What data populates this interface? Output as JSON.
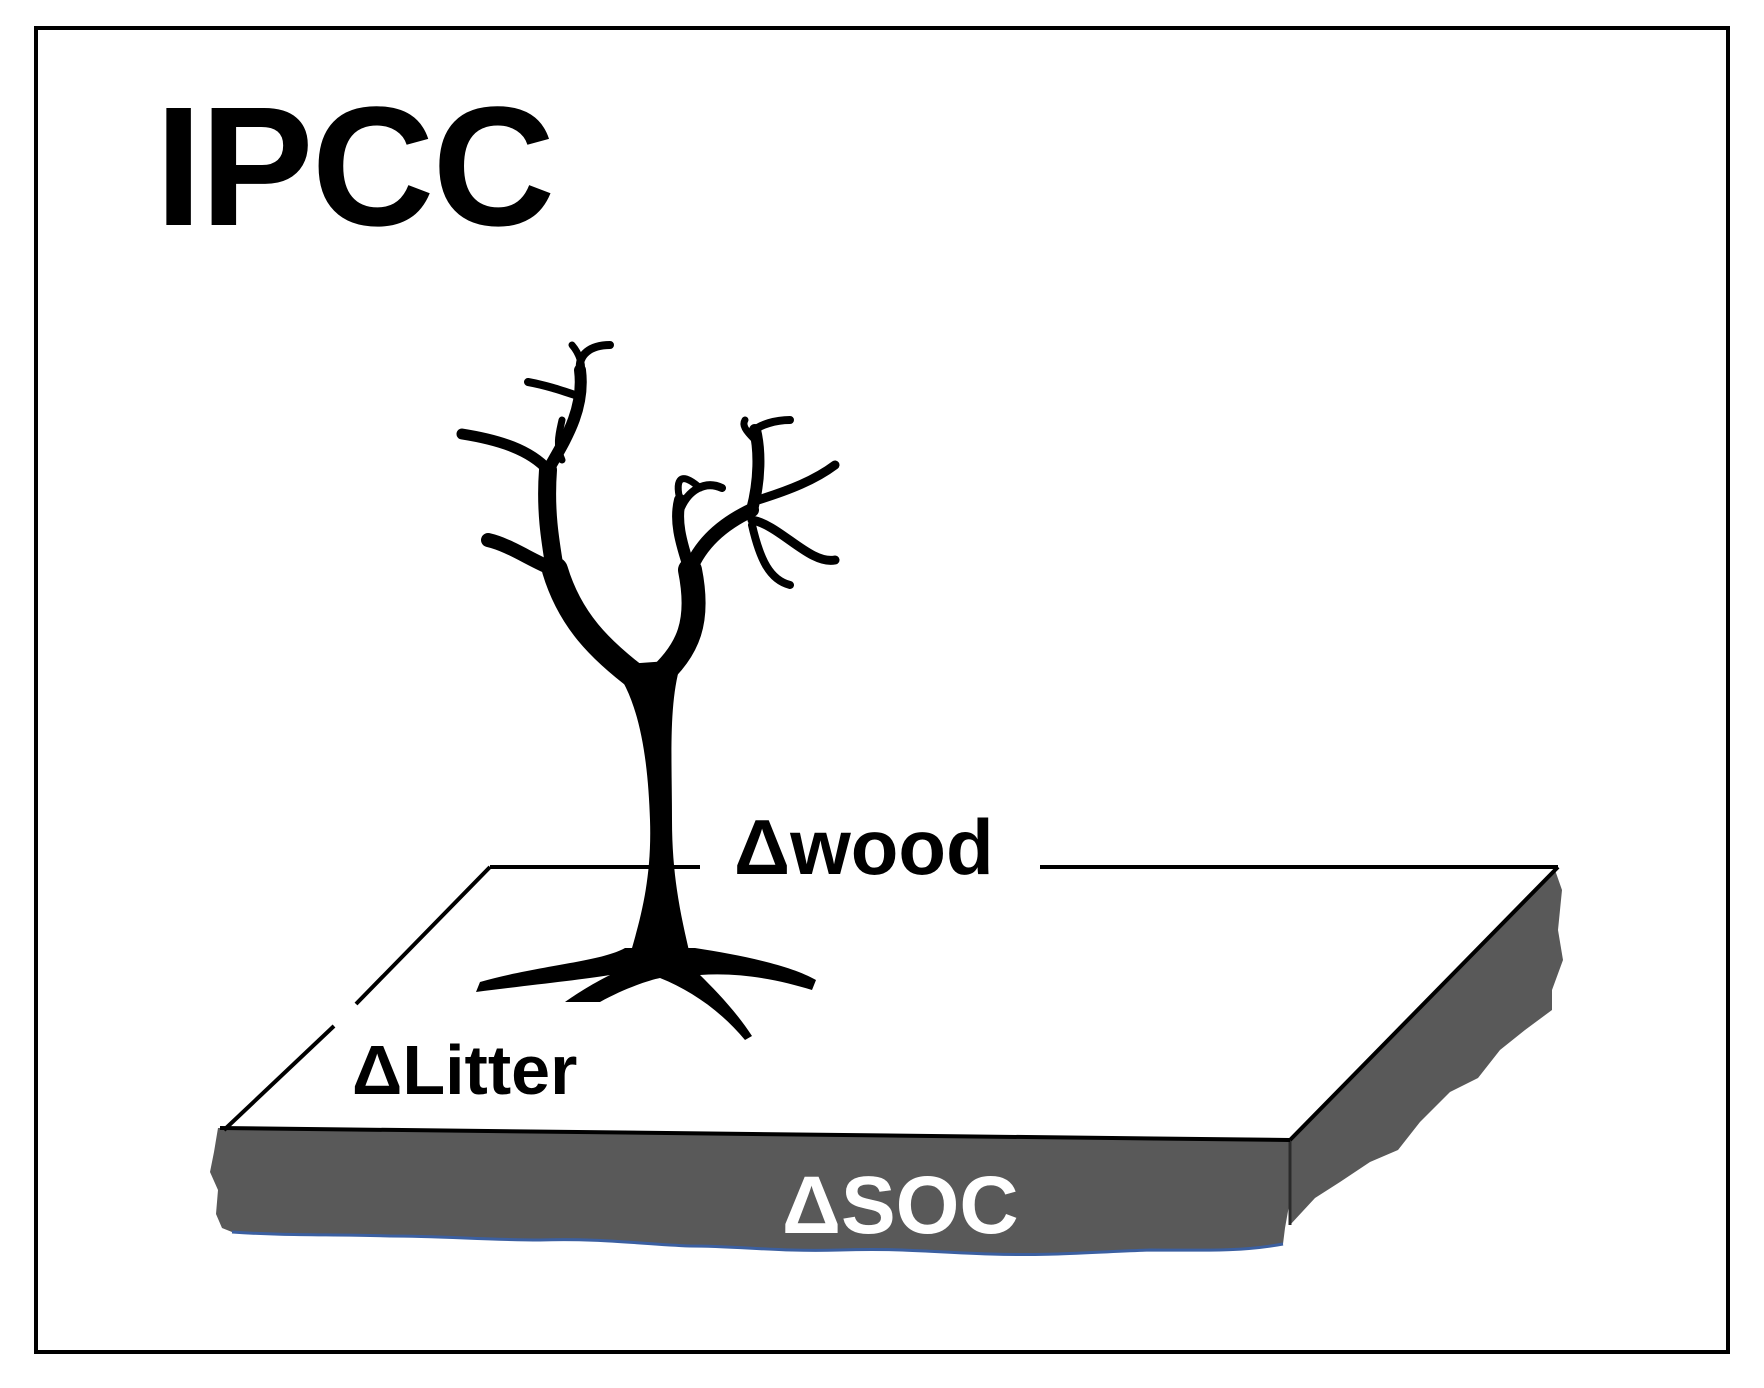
{
  "title": "IPCC",
  "labels": {
    "wood": "Δwood",
    "litter": "ΔLitter",
    "soc": "ΔSOC"
  },
  "colors": {
    "frame": "#000000",
    "soil": "#595959",
    "soil_edge": "#3b5fa0",
    "tree": "#000000",
    "background": "#ffffff"
  },
  "icons": {
    "tree": "bare-tree-icon"
  }
}
